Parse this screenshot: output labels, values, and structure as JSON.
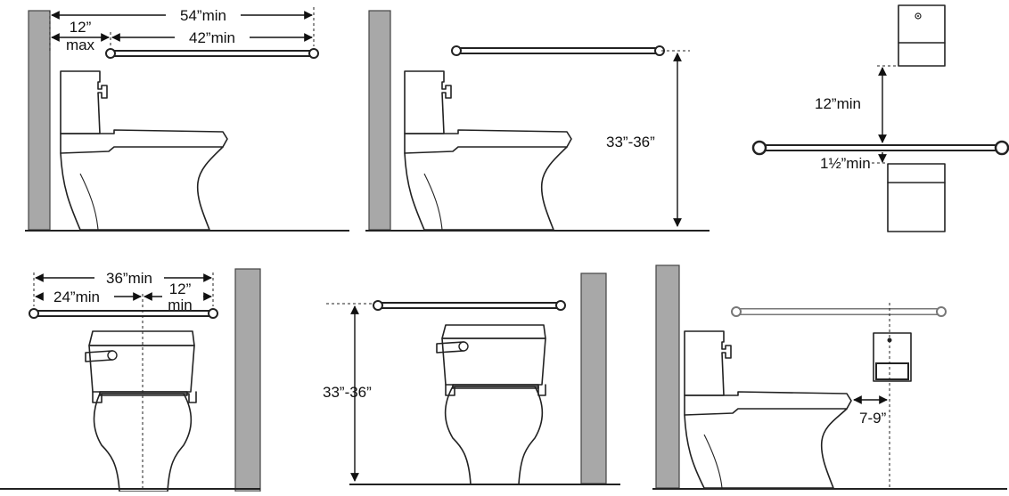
{
  "panels": {
    "side_horizontal": {
      "dim_overall": "54”min",
      "dim_offset_top": "12”",
      "dim_offset_bottom": "max",
      "dim_bar": "42”min"
    },
    "side_height": {
      "dim_height": "33”-36”"
    },
    "clearance": {
      "dim_above": "12”min",
      "dim_below": "1½”min"
    },
    "rear_horizontal": {
      "dim_overall": "36”min",
      "dim_left": "24”min",
      "dim_right_top": "12”",
      "dim_right_bottom": "min"
    },
    "rear_height": {
      "dim_height": "33”-36”"
    },
    "dispenser": {
      "dim_offset": "7-9”"
    }
  }
}
